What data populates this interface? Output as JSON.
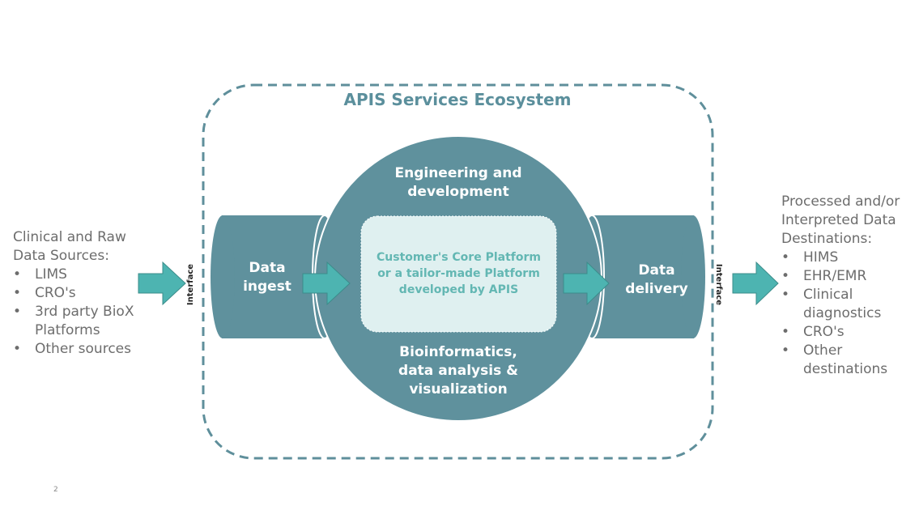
{
  "ecosystem_title": "APIS Services Ecosystem",
  "sources": {
    "title_line1": "Clinical and Raw",
    "title_line2": "Data Sources:",
    "items": [
      "LIMS",
      "CRO's",
      "3rd party BioX",
      "Other sources"
    ],
    "item3_line2": "Platforms"
  },
  "destinations": {
    "title_line1": "Processed and/or",
    "title_line2": "Interpreted  Data",
    "title_line3": "Destinations:",
    "items": [
      "HIMS",
      "EHR/EMR",
      "Clinical",
      "CRO's",
      "Other"
    ],
    "item3_line2": "diagnostics",
    "item5_line2": "destinations"
  },
  "interface_label": "Interface",
  "data_ingest": "Data\ningest",
  "data_delivery": "Data\ndelivery",
  "engineering": "Engineering and\ndevelopment",
  "bioinformatics": "Bioinformatics,\ndata analysis &\nvisualization",
  "core_platform": "Customer's Core Platform\nor a tailor-made Platform\ndeveloped by APIS",
  "page_number": "2",
  "colors": {
    "teal_dark": "#5f919d",
    "teal_arrow": "#4db4b1",
    "core_fill": "#dff0f0",
    "dashed_border": "#5f8f9b",
    "text_gray": "#6d6d6d"
  }
}
